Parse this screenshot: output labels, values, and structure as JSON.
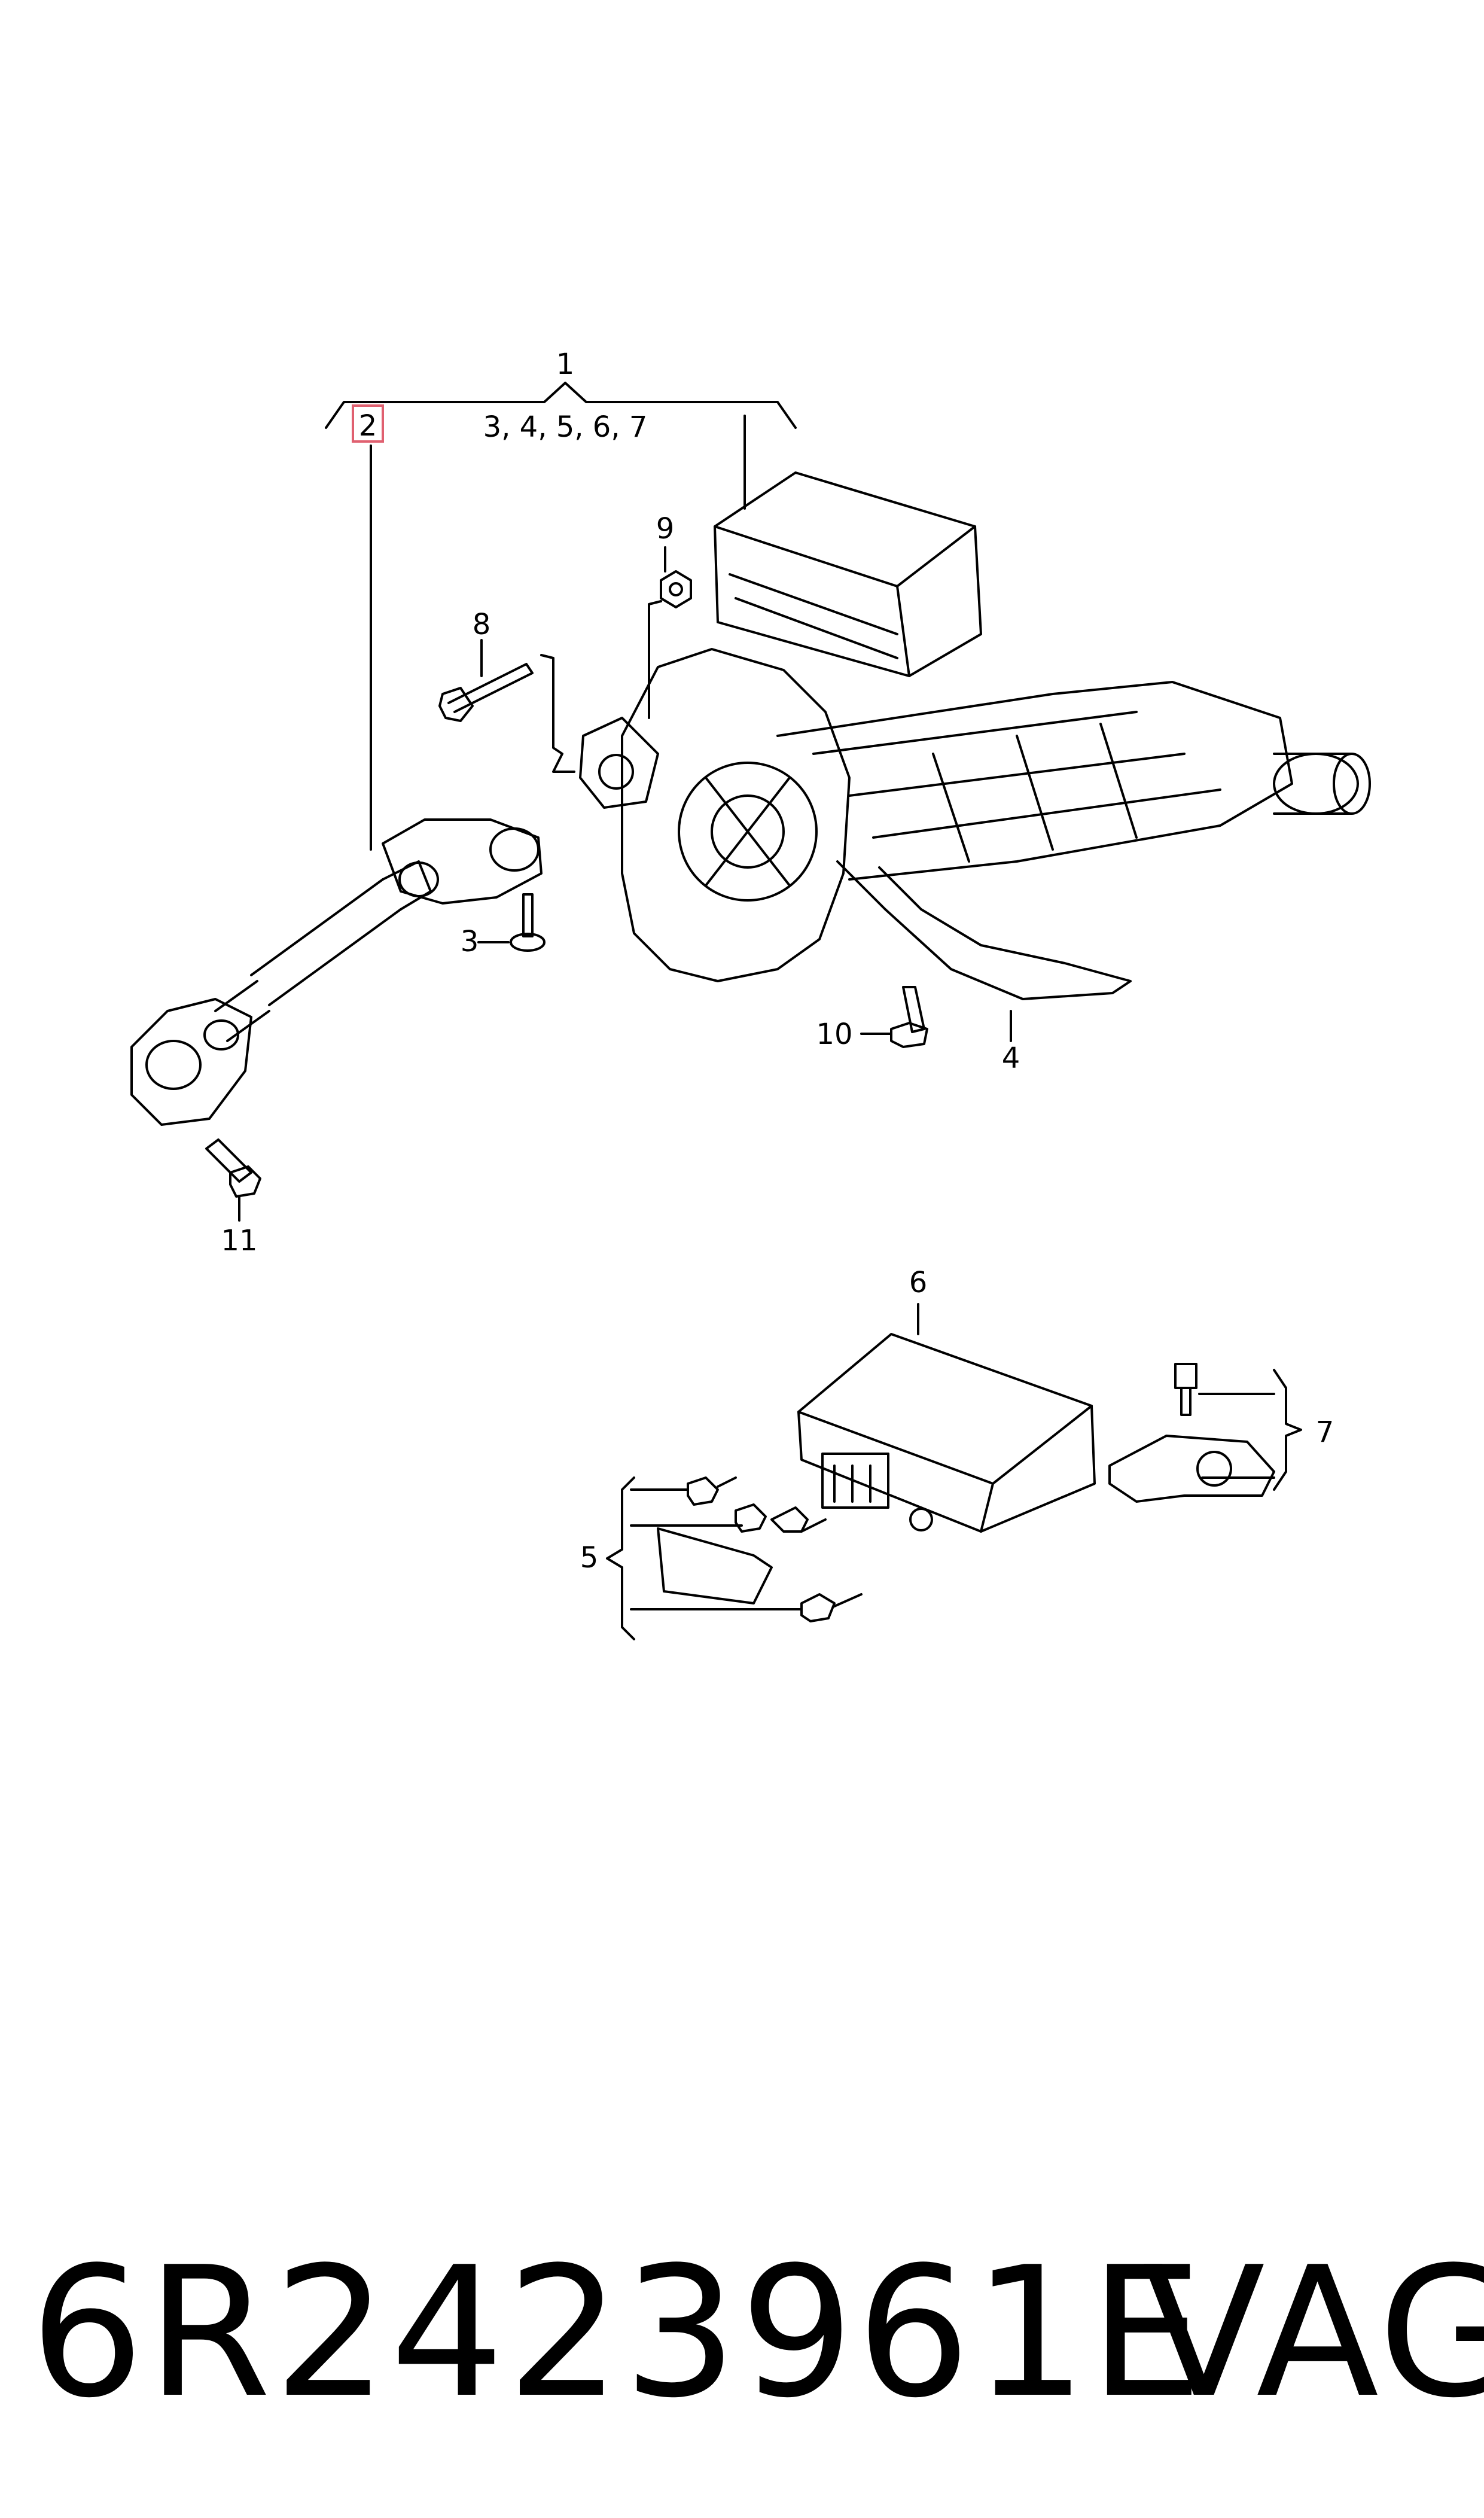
{
  "callouts": {
    "c1": "1",
    "c1_children": "3, 4, 5, 6, 7",
    "c2": "2",
    "c3": "3",
    "c4": "4",
    "c5": "5",
    "c6": "6",
    "c7": "7",
    "c8": "8",
    "c9": "9",
    "c10": "10",
    "c11": "11"
  },
  "highlight_color": "#e06070",
  "footer": {
    "part_number": "6R2423961E",
    "brand": "VAG"
  }
}
